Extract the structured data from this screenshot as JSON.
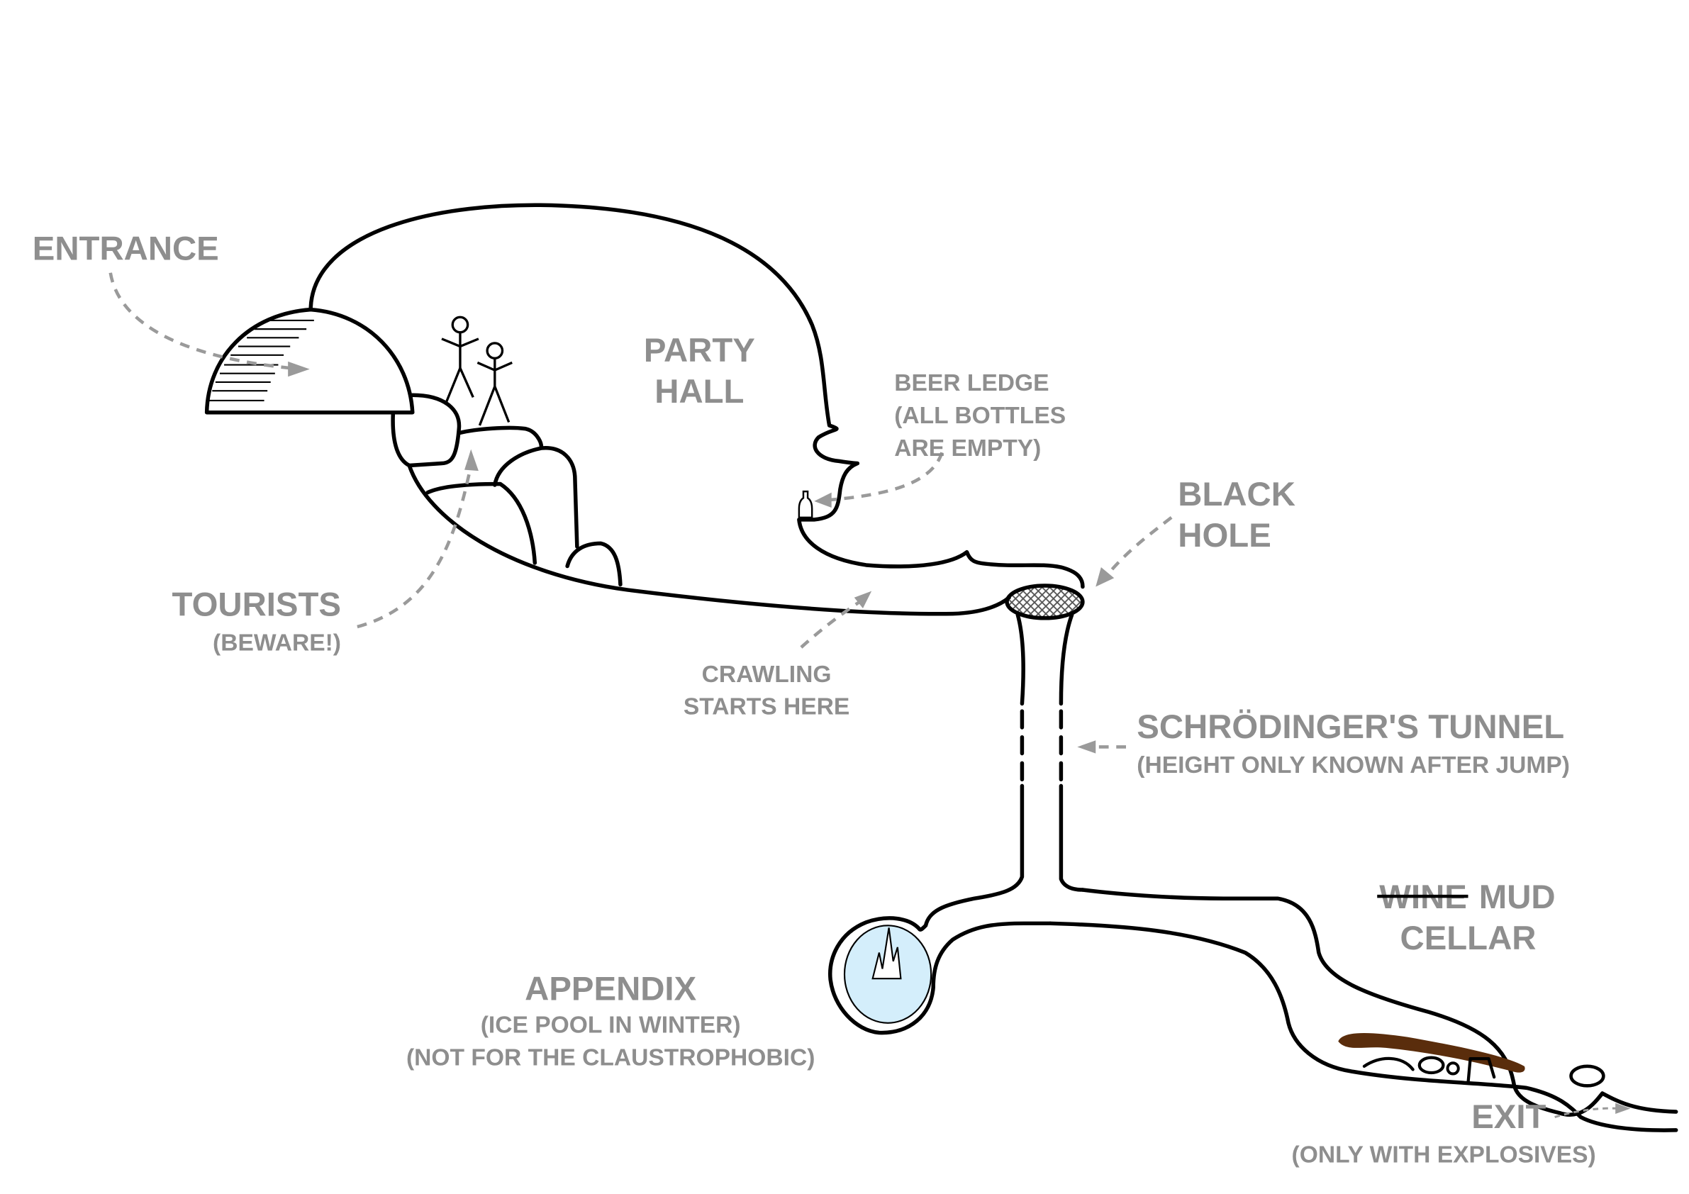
{
  "diagram": {
    "type": "cave map",
    "colors": {
      "outline": "#000000",
      "label": "#8e8e8e",
      "arrow": "#9a9a9a",
      "ice_pool": "#d4eefb",
      "mud": "#5a2d0c"
    },
    "labels": {
      "entrance": "ENTRANCE",
      "party_hall_line1": "PARTY",
      "party_hall_line2": "HALL",
      "beer_ledge_line1": "BEER LEDGE",
      "beer_ledge_line2": "(ALL BOTTLES",
      "beer_ledge_line3": "ARE EMPTY)",
      "black_hole_line1": "BLACK",
      "black_hole_line2": "HOLE",
      "tourists": "TOURISTS",
      "tourists_note": "(BEWARE!)",
      "crawling_line1": "CRAWLING",
      "crawling_line2": "STARTS HERE",
      "tunnel": "SCHRÖDINGER'S TUNNEL",
      "tunnel_note": "(HEIGHT ONLY KNOWN AFTER JUMP)",
      "cellar_struck": "WINE",
      "cellar_word": "MUD",
      "cellar_line2": "CELLAR",
      "appendix": "APPENDIX",
      "appendix_note1": "(ICE POOL IN WINTER)",
      "appendix_note2": "(NOT FOR THE CLAUSTROPHOBIC)",
      "exit": "EXIT",
      "exit_note": "(ONLY WITH EXPLOSIVES)"
    },
    "icons": [
      "entrance-dome-icon",
      "stick-figure-icon",
      "bottle-icon",
      "black-hole-icon",
      "ice-pool-icon",
      "icicle-icon",
      "mud-deposit-icon",
      "boulder-icon"
    ]
  }
}
